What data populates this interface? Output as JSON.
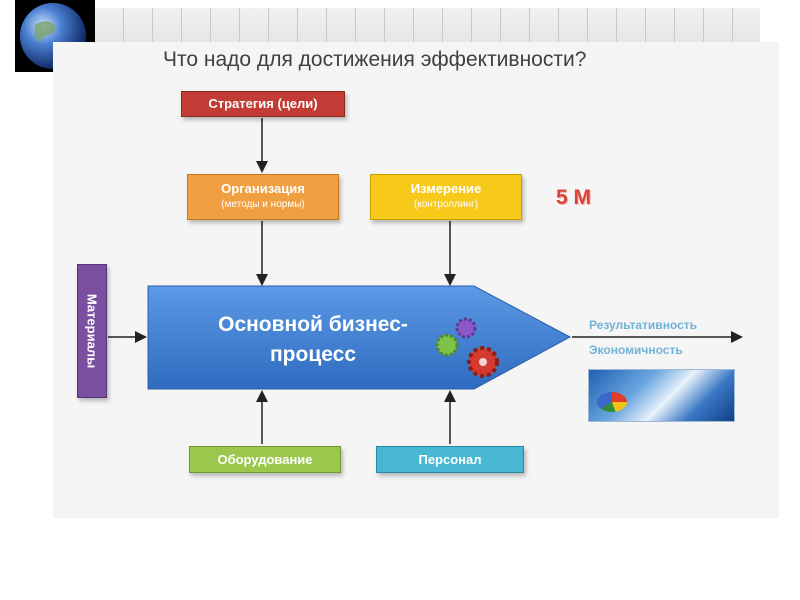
{
  "title": "Что надо для достижения эффективности?",
  "boxes": {
    "strategy": "Стратегия (цели)",
    "organization": {
      "title": "Организация",
      "subtitle": "(методы и нормы)"
    },
    "measurement": {
      "title": "Измерение",
      "subtitle": "(контроллинг)"
    },
    "materials": "Материалы",
    "equipment": "Оборудование",
    "personnel": "Персонал"
  },
  "process": {
    "line1": "Основной бизнес-",
    "line2": "процесс"
  },
  "label_5m": "5 М",
  "outputs": {
    "effectiveness": "Результативность",
    "efficiency": "Экономичность"
  },
  "colors": {
    "strategy": "#c23b34",
    "organization": "#f0a040",
    "measurement": "#f6c91a",
    "materials": "#7a4fa0",
    "equipment": "#9bc84c",
    "personnel": "#48b7d4",
    "process": "#3f7fce",
    "accent_red": "#d9443a"
  },
  "icons": [
    "globe-icon",
    "gears-icon",
    "chart-photo-icon"
  ]
}
